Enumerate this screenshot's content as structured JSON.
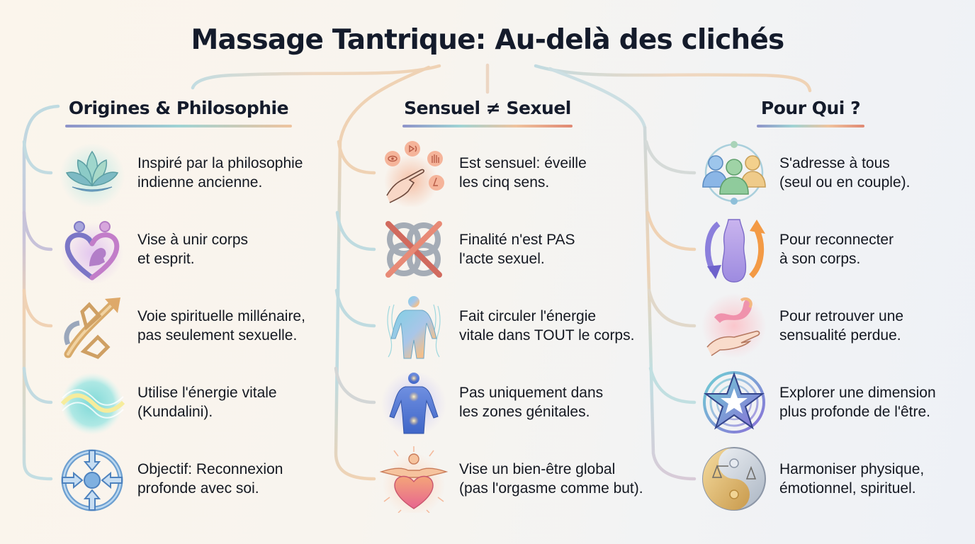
{
  "title": "Massage Tantrique: Au-delà des clichés",
  "colors": {
    "heading": "#141b2b",
    "text": "#141821",
    "branch_blue": "#b9d9e0",
    "branch_peach": "#efcda9",
    "branch_lavender": "#c2bdd8"
  },
  "columns": [
    {
      "heading": "Origines & Philosophie",
      "items": [
        {
          "icon": "lotus-icon",
          "line1": "Inspiré par la philosophie",
          "line2": "indienne ancienne."
        },
        {
          "icon": "heart-couple-icon",
          "line1": "Vise à unir corps",
          "line2": "et esprit."
        },
        {
          "icon": "interwoven-arrow-icon",
          "line1": "Voie spirituelle millénaire,",
          "line2": "pas seulement sexuelle."
        },
        {
          "icon": "energy-wave-icon",
          "line1": "Utilise l'énergie vitale",
          "line2": "(Kundalini)."
        },
        {
          "icon": "converging-arrows-icon",
          "line1": "Objectif: Reconnexion",
          "line2": "profonde avec soi."
        }
      ]
    },
    {
      "heading": "Sensuel ≠ Sexuel",
      "items": [
        {
          "icon": "five-senses-hand-icon",
          "line1": "Est sensuel: éveille",
          "line2": "les cinq sens."
        },
        {
          "icon": "crossed-knot-icon",
          "line1": "Finalité n'est PAS",
          "line2": "l'acte sexuel."
        },
        {
          "icon": "energy-body-icon",
          "line1": "Fait circuler l'énergie",
          "line2": "vitale dans TOUT le corps."
        },
        {
          "icon": "chakra-body-icon",
          "line1": "Pas uniquement dans",
          "line2": "les zones génitales."
        },
        {
          "icon": "radiant-heart-icon",
          "line1": "Vise un bien-être global",
          "line2": "(pas l'orgasme comme but)."
        }
      ]
    },
    {
      "heading": "Pour Qui ?",
      "items": [
        {
          "icon": "group-people-icon",
          "line1": "S'adresse à tous",
          "line2": "(seul ou en couple)."
        },
        {
          "icon": "body-cycle-icon",
          "line1": "Pour reconnecter",
          "line2": "à son corps."
        },
        {
          "icon": "hand-flame-icon",
          "line1": "Pour retrouver une",
          "line2": "sensualité perdue."
        },
        {
          "icon": "star-circle-icon",
          "line1": "Explorer une dimension",
          "line2": "plus profonde de l'être."
        },
        {
          "icon": "yin-yang-balance-icon",
          "line1": "Harmoniser physique,",
          "line2": "émotionnel, spirituel."
        }
      ]
    }
  ]
}
